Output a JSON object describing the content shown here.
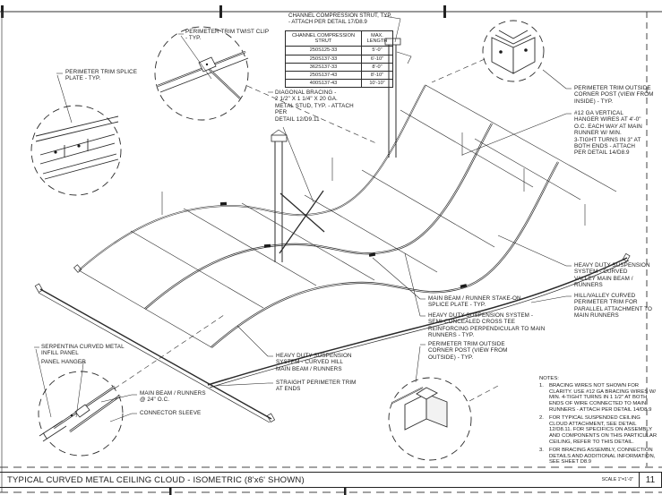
{
  "sheet": {
    "title": "TYPICAL CURVED METAL CEILING CLOUD - ISOMETRIC (8'x6' SHOWN)",
    "scale_label": "SCALE",
    "scale_value": "1\"=1'-0\"",
    "detail_number": "11"
  },
  "strut_table": {
    "callout": "CHANNEL COMPRESSION STRUT, TYP.\n- ATTACH PER DETAIL 17/D8.9",
    "headers": [
      "CHANNEL COMPRESSION\nSTRUT",
      "MAX.\nLENGTH"
    ],
    "rows": [
      [
        "250S125-33",
        "5'-0\""
      ],
      [
        "250S137-33",
        "6'-10\""
      ],
      [
        "362S137-33",
        "8'-0\""
      ],
      [
        "250S137-43",
        "8'-10\""
      ],
      [
        "400S137-43",
        "10'-10\""
      ]
    ]
  },
  "callouts": {
    "twist_clip": "PERIMETER TRIM TWIST CLIP\n- TYP.",
    "splice_plate": "PERIMETER TRIM SPLICE\nPLATE - TYP.",
    "diagonal_bracing": "DIAGONAL BRACING -\n2 1/2\" X 1 1/4\" X 20 GA.\nMETAL STUD, TYP.  - ATTACH\nPER\nDETAIL 12/D9.11",
    "corner_post_inside": "PERIMETER TRIM OUTSIDE\nCORNER POST (VIEW FROM\nINSIDE) - TYP.",
    "hanger_wires": "#12 GA VERTICAL\nHANGER WIRES AT 4'-0\"\nO.C. EACH WAY AT MAIN\nRUNNER W/ MIN.\n3-TIGHT TURNS IN 3\" AT\nBOTH ENDS - ATTACH\nPER DETAIL 14/D8.9",
    "valley_beam": "HEAVY DUTY SUSPENSION\nSYSTEM - CURVED\nVALLEY MAIN BEAM /\nRUNNERS",
    "hill_valley_trim": "HILL/VALLEY CURVED\nPERIMETER TRIM FOR\nPARALLEL ATTACHMENT TO\nMAIN RUNNERS",
    "stake_on_splice": "MAIN BEAM / RUNNER STAKE-ON\nSPLICE PLATE - TYP.",
    "cross_tee": "HEAVY DUTY SUSPENSION SYSTEM -\nSEMI-CONCEALED CROSS TEE\nREINFORCING PERPENDICULAR TO MAIN\nRUNNERS - TYP.",
    "corner_post_outside": "PERIMETER TRIM OUTSIDE\nCORNER POST (VIEW FROM\nOUTSIDE) - TYP.",
    "hill_beam": "HEAVY DUTY SUSPENSION\nSYSTEM - CURVED HILL\nMAIN BEAM / RUNNERS",
    "straight_trim": "STRAIGHT PERIMETER TRIM\nAT ENDS",
    "serpentina_panel": "SERPENTINA CURVED METAL\nINFILL PANEL",
    "panel_hanger": "PANEL HANGER",
    "main_beam_runners": "MAIN BEAM / RUNNERS\n@ 24\" O.C.",
    "connector_sleeve": "CONNECTOR SLEEVE"
  },
  "notes": {
    "heading": "NOTES:",
    "items": [
      {
        "num": "1.",
        "text": "BRACING WIRES NOT SHOWN FOR CLARITY. USE #12 GA BRACING WIRES W/ MIN. 4-TIGHT TURNS IN 1 1/2\" AT BOTH ENDS OF WIRE CONNECTED TO MAIN RUNNERS - ATTACH PER DETAIL 14/D8.9"
      },
      {
        "num": "2.",
        "text": "FOR TYPICAL SUSPENDED CEILING CLOUD ATTACHMENT, SEE DETAIL 12/D8.11. FOR SPECIFICS ON ASSEMBLY AND COMPONENTS ON THIS PARTICULAR CEILING, REFER TO THIS DETAIL."
      },
      {
        "num": "3.",
        "text": "FOR BRACING ASSEMBLY, CONNECTION DETAILS AND ADDITIONAL INFORMATION, SEE SHEET D8.9"
      }
    ]
  },
  "colors": {
    "line": "#2a2a2a",
    "background": "#ffffff"
  }
}
